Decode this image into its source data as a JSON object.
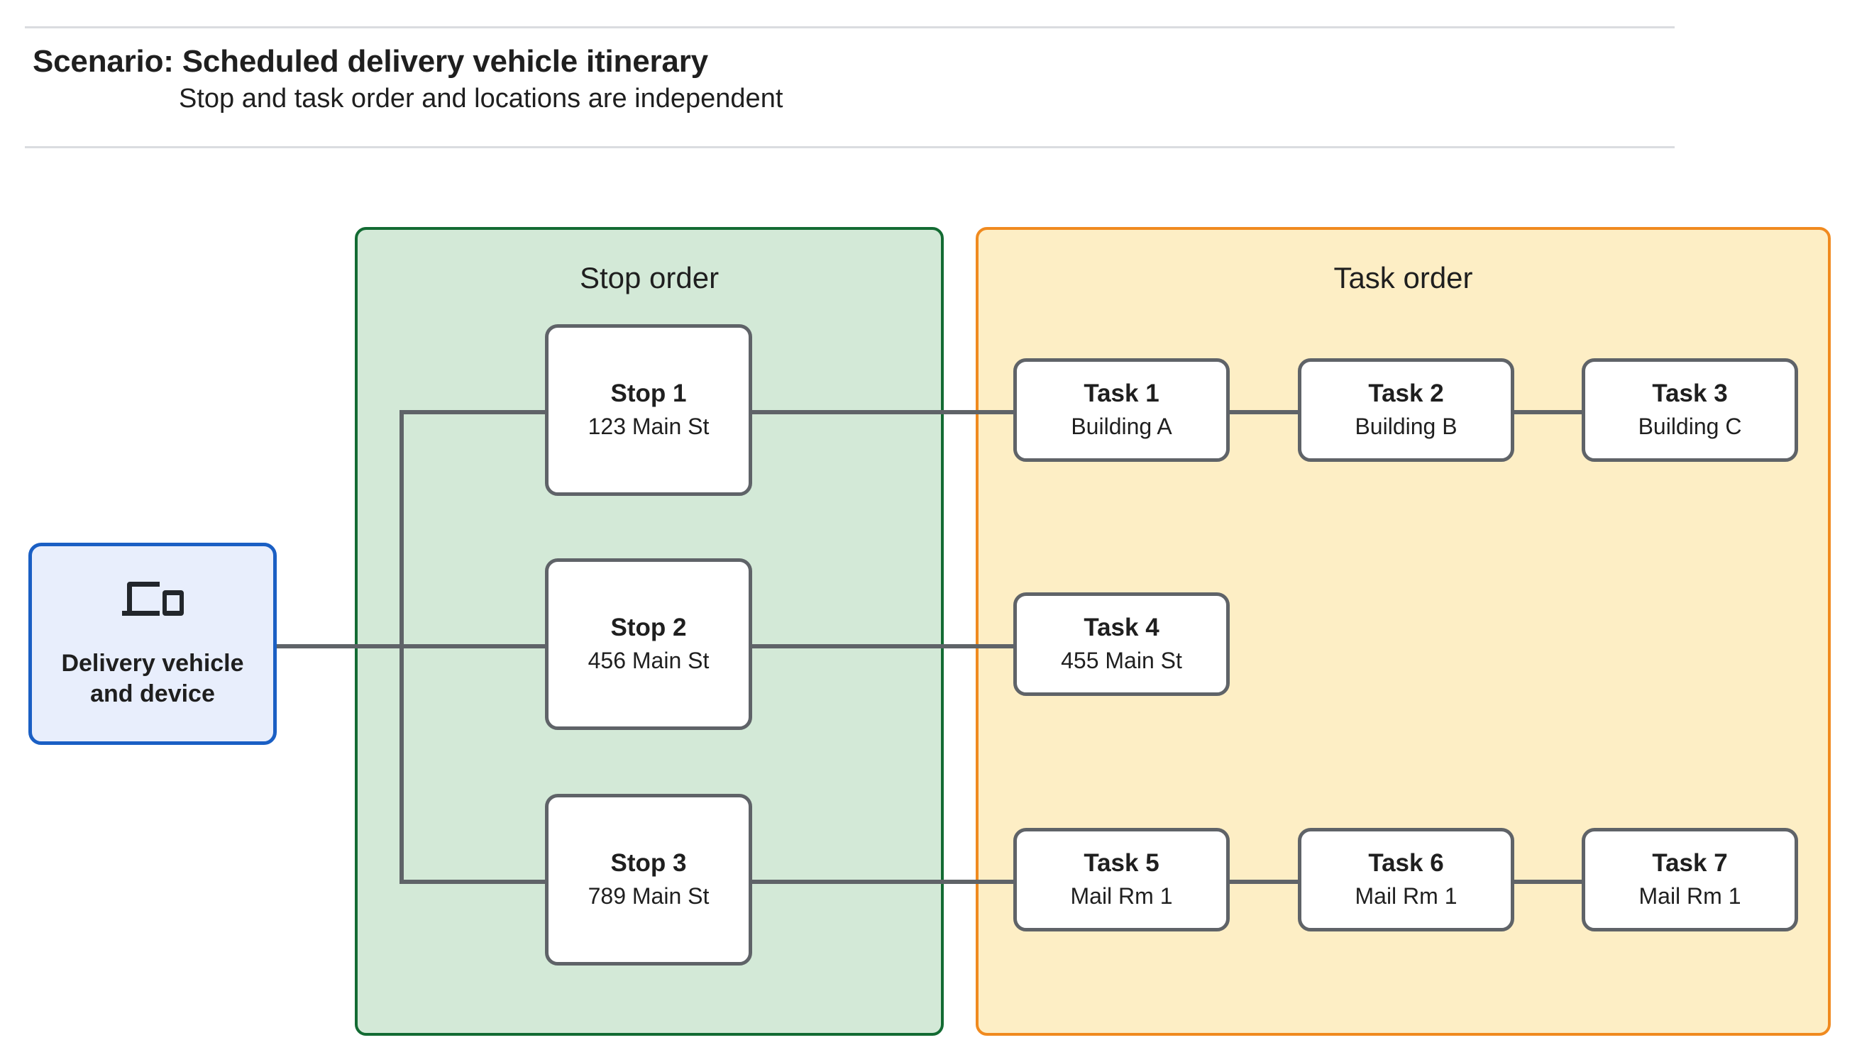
{
  "header": {
    "title": "Scenario: Scheduled delivery vehicle itinerary",
    "subtitle": "Stop and task order and locations are independent"
  },
  "vehicle": {
    "label": "Delivery vehicle and device",
    "icon": "devices-icon"
  },
  "stop_panel": {
    "title": "Stop order",
    "fill_color": "#d3e9d7",
    "border_color": "#136b33",
    "stops": [
      {
        "title": "Stop 1",
        "location": "123 Main St"
      },
      {
        "title": "Stop 2",
        "location": "456 Main St"
      },
      {
        "title": "Stop 3",
        "location": "789 Main St"
      }
    ]
  },
  "task_panel": {
    "title": "Task order",
    "fill_color": "#fdeec5",
    "border_color": "#f08a1f",
    "rows": [
      {
        "tasks": [
          {
            "title": "Task 1",
            "location": "Building A"
          },
          {
            "title": "Task 2",
            "location": "Building B"
          },
          {
            "title": "Task 3",
            "location": "Building C"
          }
        ]
      },
      {
        "tasks": [
          {
            "title": "Task 4",
            "location": "455 Main St"
          }
        ]
      },
      {
        "tasks": [
          {
            "title": "Task 5",
            "location": "Mail Rm 1"
          },
          {
            "title": "Task 6",
            "location": "Mail Rm 1"
          },
          {
            "title": "Task 7",
            "location": "Mail Rm 1"
          }
        ]
      }
    ]
  },
  "colors": {
    "connector": "#5f6368",
    "node_border": "#5f6368",
    "node_fill": "#ffffff",
    "vehicle_fill": "#e8eefc",
    "vehicle_border": "#1a5fc4",
    "divider": "#dadce0",
    "text": "#1f1f1f"
  }
}
